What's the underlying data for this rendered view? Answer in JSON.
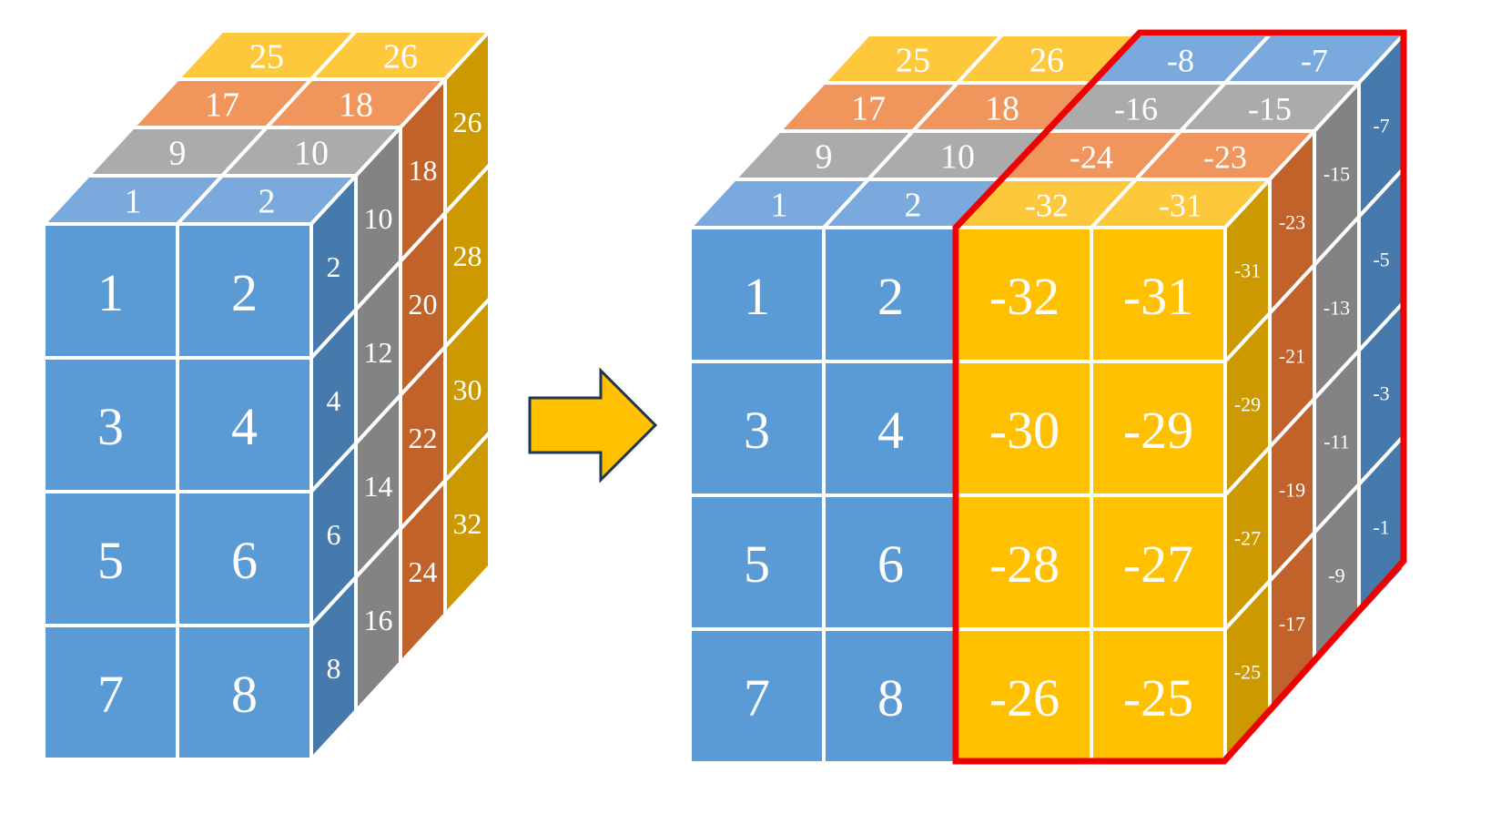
{
  "colors": {
    "front_blue": "#5B9BD5",
    "top_blue": "#7AA9DD",
    "side_blue": "#4679AC",
    "gray_top": "#ABABAB",
    "gray_side": "#838383",
    "orange_top": "#F0965C",
    "orange_side": "#C0622A",
    "gold_top": "#FDC83C",
    "gold_side": "#CC9900",
    "yellow_front": "#FFC000",
    "highlight_red": "#F00000",
    "arrow_fill": "#FFC000",
    "arrow_stroke": "#1F3650",
    "grid_line": "#ffffff"
  },
  "arrow_icon": "right-arrow-icon",
  "left_cube": {
    "front": [
      "1",
      "2",
      "3",
      "4",
      "5",
      "6",
      "7",
      "8"
    ],
    "top_layers": [
      [
        "1",
        "2"
      ],
      [
        "9",
        "10"
      ],
      [
        "17",
        "18"
      ],
      [
        "25",
        "26"
      ]
    ],
    "side_layers": [
      [
        "2",
        "4",
        "6",
        "8"
      ],
      [
        "10",
        "12",
        "14",
        "16"
      ],
      [
        "18",
        "20",
        "22",
        "24"
      ],
      [
        "26",
        "28",
        "30",
        "32"
      ]
    ]
  },
  "right_cube": {
    "front_left": [
      "1",
      "2",
      "3",
      "4",
      "5",
      "6",
      "7",
      "8"
    ],
    "front_right": [
      "-32",
      "-31",
      "-30",
      "-29",
      "-28",
      "-27",
      "-26",
      "-25"
    ],
    "top_left_layers": [
      [
        "1",
        "2"
      ],
      [
        "9",
        "10"
      ],
      [
        "17",
        "18"
      ],
      [
        "25",
        "26"
      ]
    ],
    "top_right_layers": [
      [
        "-32",
        "-31"
      ],
      [
        "-24",
        "-23"
      ],
      [
        "-16",
        "-15"
      ],
      [
        "-8",
        "-7"
      ]
    ],
    "side_layers": [
      [
        "-31",
        "-29",
        "-27",
        "-25"
      ],
      [
        "-23",
        "-21",
        "-19",
        "-17"
      ],
      [
        "-15",
        "-13",
        "-11",
        "-9"
      ],
      [
        "-7",
        "-5",
        "-3",
        "-1"
      ]
    ]
  }
}
